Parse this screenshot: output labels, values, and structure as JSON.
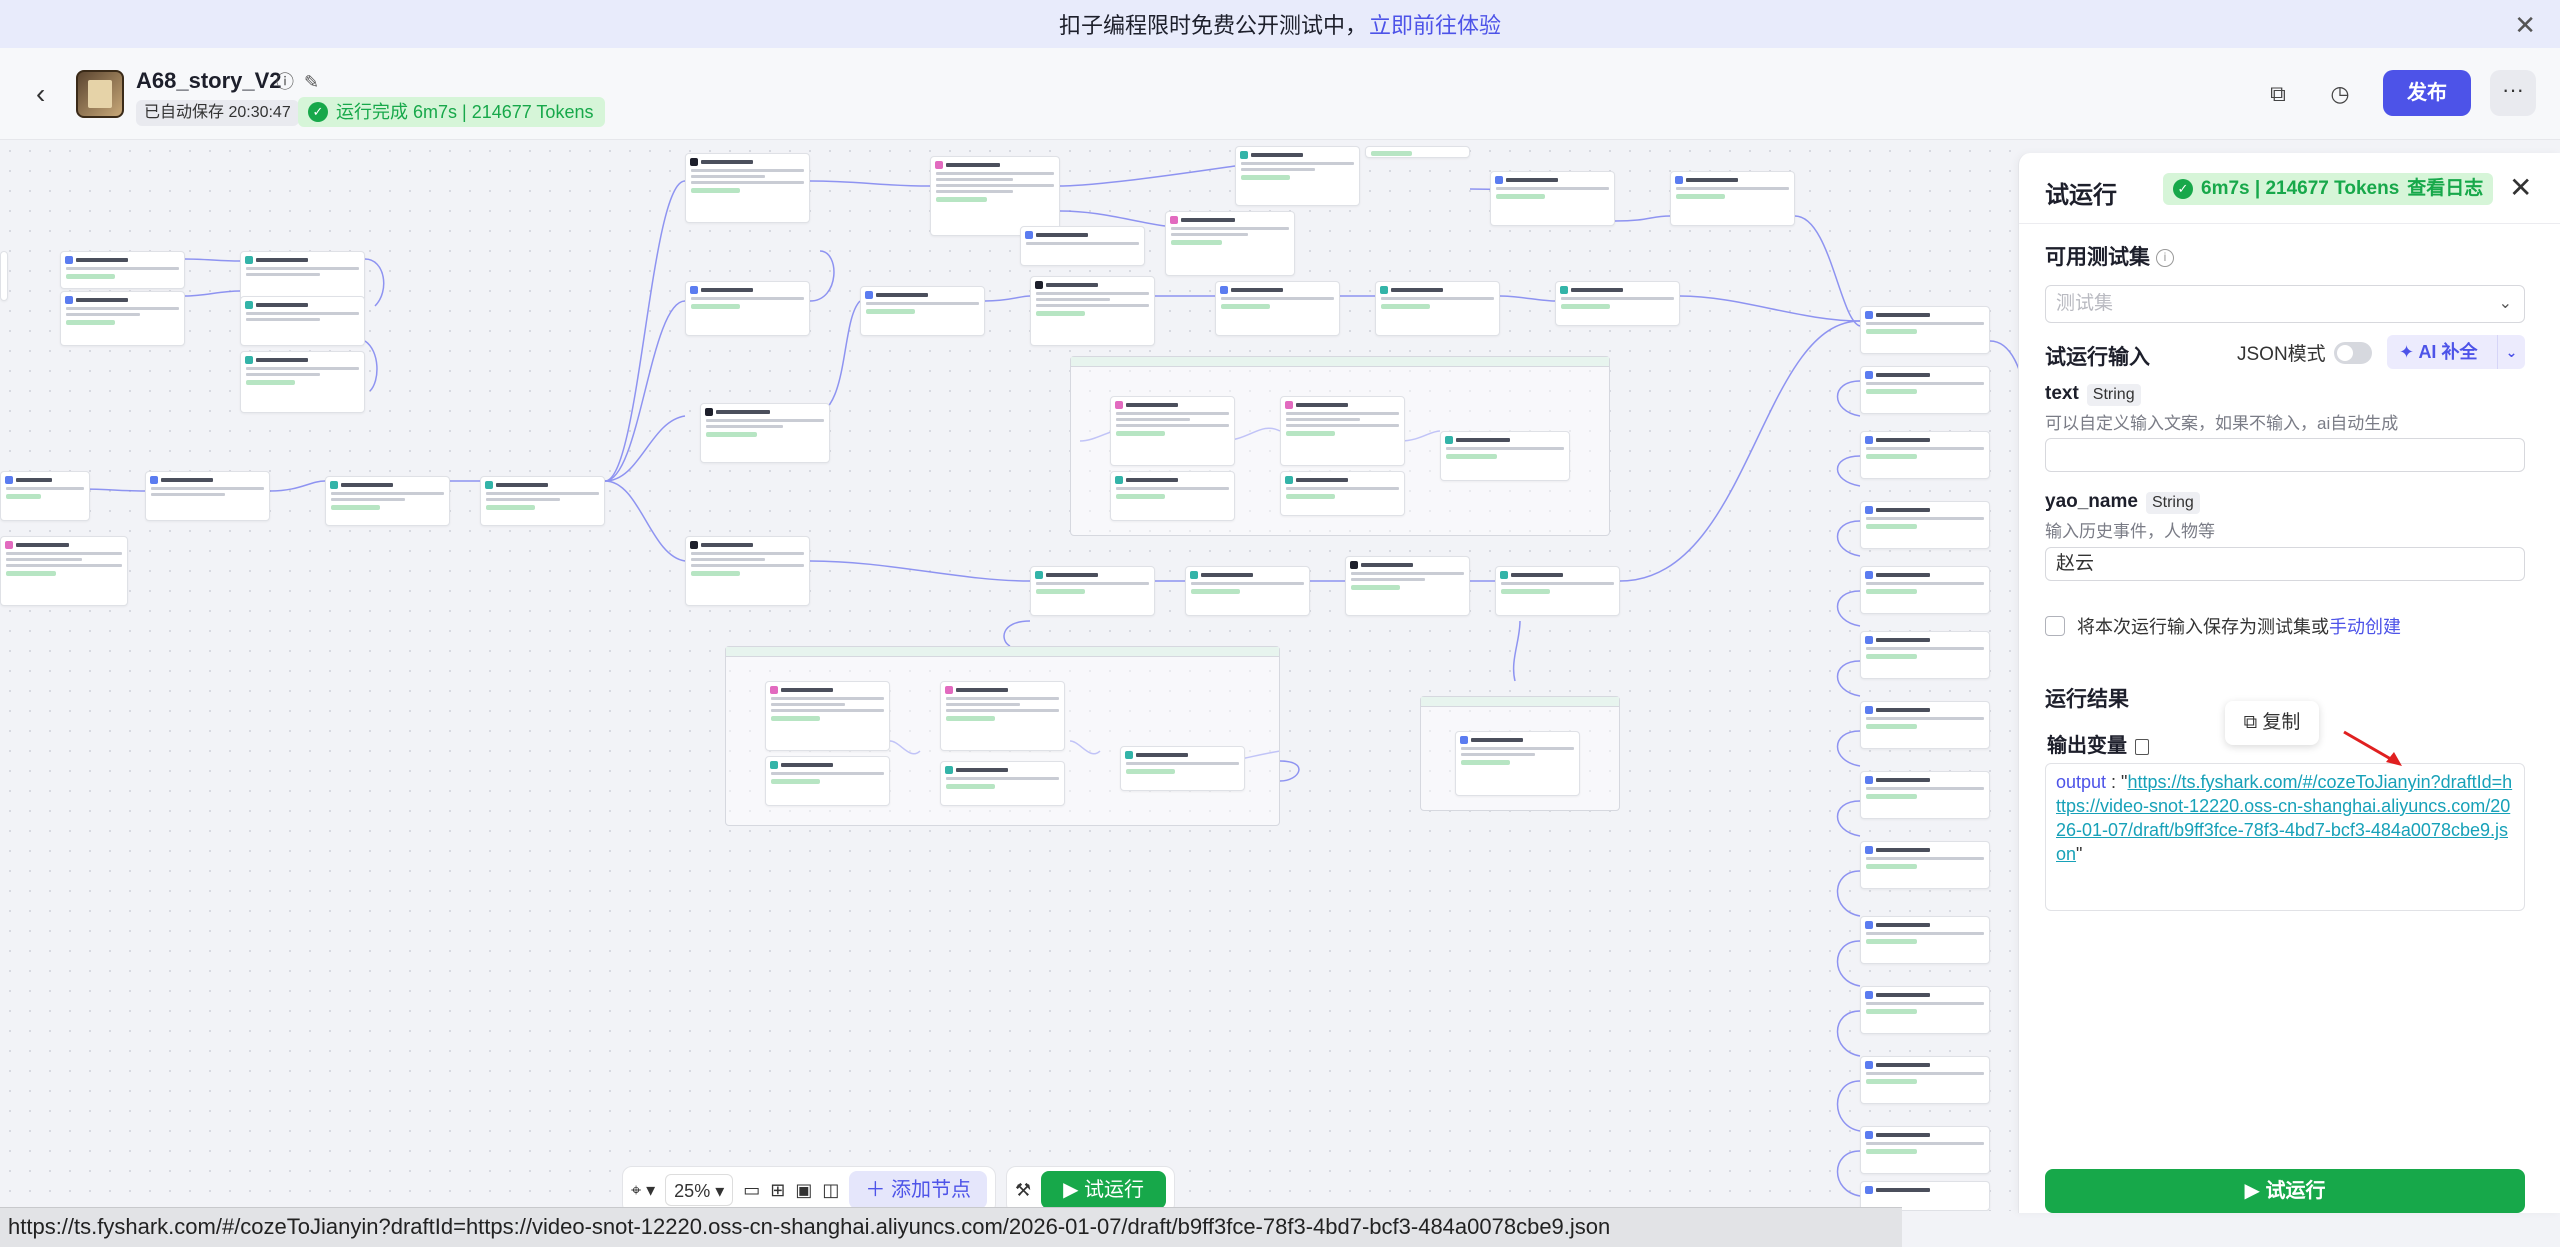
{
  "banner": {
    "text": "扣子编程限时免费公开测试中，",
    "link": "立即前往体验",
    "close_icon": "close-icon"
  },
  "header": {
    "back_icon": "chevron-left-icon",
    "title": "A68_story_V2",
    "autosave": "已自动保存 20:30:47",
    "run_status": "运行完成 6m7s | 214677 Tokens",
    "publish": "发布",
    "more": "···"
  },
  "toolbar": {
    "zoom": "25%",
    "add_node": "添加节点",
    "run": "试运行"
  },
  "statusbar": {
    "url": "https://ts.fyshark.com/#/cozeToJianyin?draftId=https://video-snot-12220.oss-cn-shanghai.aliyuncs.com/2026-01-07/draft/b9ff3fce-78f3-4bd7-bcf3-484a0078cbe9.json"
  },
  "panel": {
    "title": "试运行",
    "badge": "6m7s | 214677 Tokens",
    "view_log": "查看日志",
    "testset_title": "可用测试集",
    "testset_placeholder": "测试集",
    "input_title": "试运行输入",
    "json_mode": "JSON模式",
    "ai_fill": "AI 补全",
    "fields": [
      {
        "name": "text",
        "type": "String",
        "desc": "可以自定义输入文案，如果不输入，ai自动生成",
        "value": ""
      },
      {
        "name": "yao_name",
        "type": "String",
        "desc": "输入历史事件，人物等",
        "value": "赵云"
      }
    ],
    "save_text": "将本次运行输入保存为测试集或",
    "save_link": "手动创建",
    "result_title": "运行结果",
    "copy_tip": "复制",
    "output_label": "输出变量",
    "output_key": "output",
    "output_url": "https://ts.fyshark.com/#/cozeToJianyin?draftId=https://video-snot-12220.oss-cn-shanghai.aliyuncs.com/2026-01-07/draft/b9ff3fce-78f3-4bd7-bcf3-484a0078cbe9.json",
    "run_button": "试运行"
  },
  "colors": {
    "accent": "#4d53e8",
    "success": "#17a84a",
    "link": "#17a1b8"
  }
}
